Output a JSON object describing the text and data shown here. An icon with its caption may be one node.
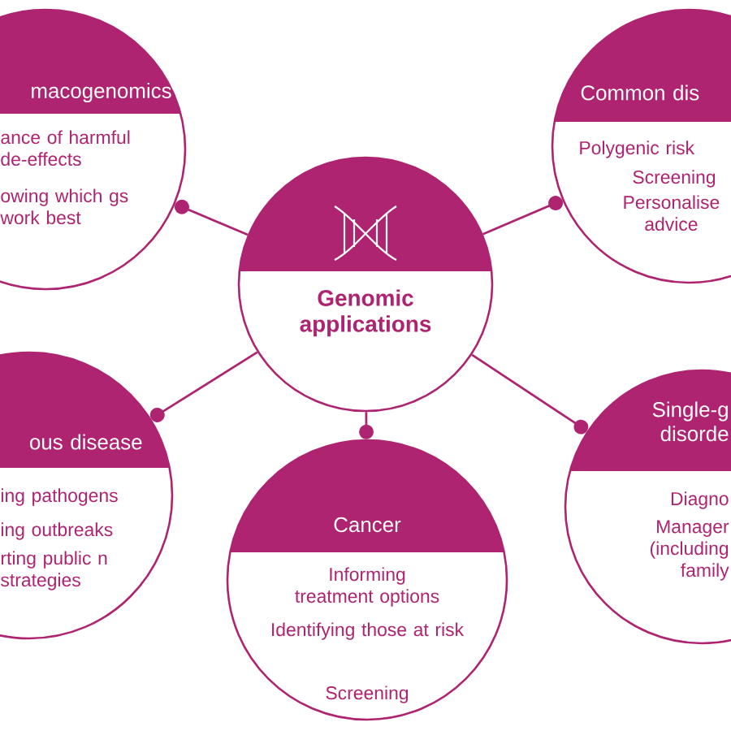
{
  "diagram": {
    "nodes": [
      {
        "text": [
          "Genomic applications"
        ]
      },
      {
        "text": [
          "macogenomics",
          "ance of harmful de-effects",
          "owing which gs work best"
        ]
      },
      {
        "text": [
          "Common dis",
          "Polygenic risk",
          "Screening",
          "Personalise advice"
        ]
      },
      {
        "text": [
          "ous disease",
          "ing pathogens",
          "ing outbreaks",
          "rting public n strategies"
        ]
      },
      {
        "text": [
          "Single-g disorde",
          "Diagno",
          "Manager (including family"
        ]
      },
      {
        "text": [
          "Cancer",
          "Informing treatment options",
          "Identifying those at risk",
          "Screening"
        ]
      }
    ],
    "edges": [
      {
        "from": 0,
        "to": 1,
        "arrow": "other"
      },
      {
        "from": 0,
        "to": 2,
        "arrow": "other"
      },
      {
        "from": 0,
        "to": 3,
        "arrow": "other"
      },
      {
        "from": 0,
        "to": 4,
        "arrow": "other"
      },
      {
        "from": 0,
        "to": 5,
        "arrow": "other"
      }
    ]
  }
}
